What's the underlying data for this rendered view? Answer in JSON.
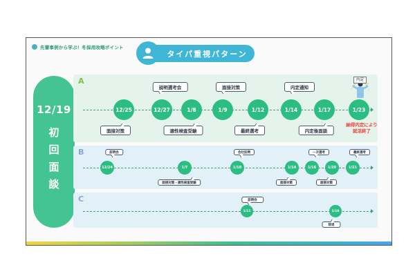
{
  "header": {
    "brand": "先輩事例から学ぶ！冬採用攻略ポイント",
    "title": "タイパ重視パターン",
    "title_icon": "person-icon"
  },
  "side": {
    "date": "12/19",
    "label": "初回面談"
  },
  "rows": {
    "a": {
      "letter": "A",
      "nodes": [
        "12/25",
        "12/27",
        "1/8",
        "1/9",
        "1/12",
        "1/14",
        "1/17",
        "1/23"
      ],
      "bubbles_top": [
        {
          "label": "説明選考会",
          "node": "12/27"
        },
        {
          "label": "面接対策",
          "node": "1/9"
        },
        {
          "label": "内定通知",
          "node": "1/14"
        }
      ],
      "bubbles_bottom": [
        {
          "label": "面接対策",
          "node": "12/25"
        },
        {
          "label": "適性検査受験",
          "node": "1/8"
        },
        {
          "label": "最終選考",
          "node": "1/12"
        },
        {
          "label": "内定後面談",
          "node": "1/17"
        }
      ],
      "sign": "内定",
      "result_line1": "納得内定により",
      "result_line2": "就活終了"
    },
    "b": {
      "letter": "B",
      "nodes": [
        "12/24",
        "1/7",
        "1/10",
        "1/14",
        "1/16",
        "1/20",
        "1/21"
      ],
      "bubbles_top": [
        {
          "label": "説明会",
          "node": "12/24"
        },
        {
          "label": "会社訪問",
          "node": "1/10"
        },
        {
          "label": "一次選考",
          "node": "1/16"
        },
        {
          "label": "最終選考",
          "node": "1/21"
        }
      ],
      "bubbles_bottom": [
        {
          "label": "面接対策・適性検査受験",
          "node": "1/7"
        },
        {
          "label": "面接対策",
          "node": "1/14"
        },
        {
          "label": "面接対策",
          "node": "1/20"
        }
      ]
    },
    "c": {
      "letter": "C",
      "nodes": [
        "1/11",
        "1/19"
      ],
      "bubbles_top": [
        {
          "label": "説明会",
          "node": "1/11"
        }
      ],
      "bubbles_bottom": [
        {
          "label": "辞退",
          "node": "1/19"
        }
      ]
    }
  },
  "colors": {
    "accent_green": "#2bbd81",
    "title_blue": "#40b6d6",
    "result_red": "#e8443a"
  }
}
